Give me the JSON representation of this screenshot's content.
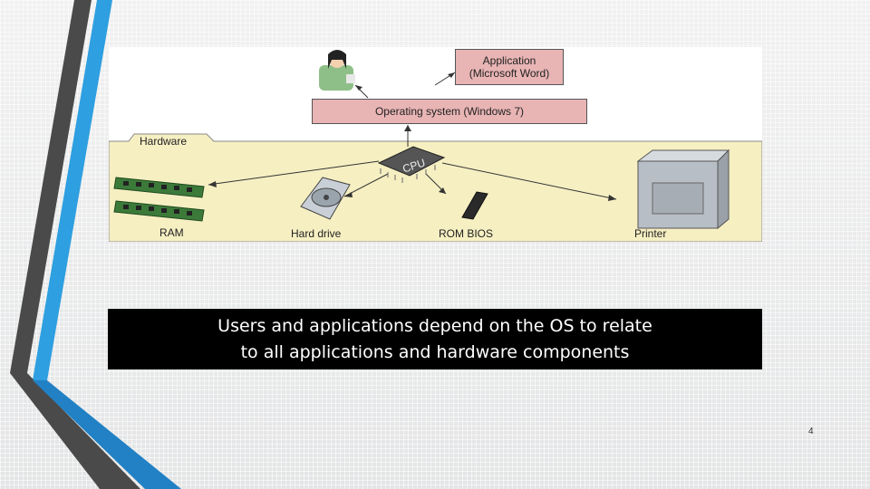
{
  "diagram": {
    "application_line1": "Application",
    "application_line2": "(Microsoft Word)",
    "os_label": "Operating system (Windows 7)",
    "hardware_tab": "Hardware",
    "cpu_label": "CPU",
    "ram_label": "RAM",
    "hard_drive_label": "Hard drive",
    "rom_bios_label": "ROM BIOS",
    "printer_label": "Printer",
    "colors": {
      "hardware_fill": "#f6efc2",
      "os_fill": "#e8b4b4",
      "ram_green": "#3c7a3a"
    }
  },
  "caption": {
    "line1": "Users and applications depend on the OS to relate",
    "line2": "to all applications and hardware components"
  },
  "page_number": "4"
}
